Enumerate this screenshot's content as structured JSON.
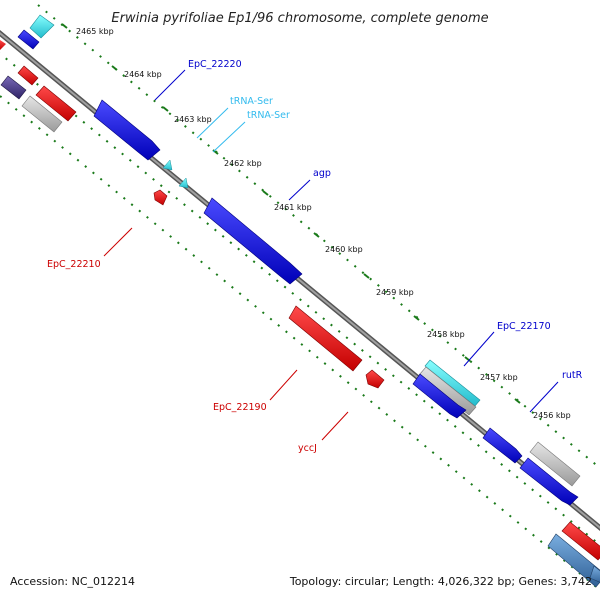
{
  "title": "Erwinia pyrifoliae Ep1/96 chromosome, complete genome",
  "footer": {
    "accession": "Accession: NC_012214",
    "summary": "Topology: circular; Length: 4,026,322 bp; Genes: 3,742"
  },
  "ticks": [
    "2465 kbp",
    "2464 kbp",
    "2463 kbp",
    "2462 kbp",
    "2461 kbp",
    "2460 kbp",
    "2459 kbp",
    "2458 kbp",
    "2457 kbp",
    "2456 kbp"
  ],
  "genes": [
    {
      "label": "EpC_22220",
      "color": "#0000cc"
    },
    {
      "label": "tRNA-Ser",
      "color": "#33bbee"
    },
    {
      "label": "tRNA-Ser",
      "color": "#33bbee"
    },
    {
      "label": "agp",
      "color": "#0000cc"
    },
    {
      "label": "EpC_22210",
      "color": "#cc0000"
    },
    {
      "label": "EpC_22190",
      "color": "#cc0000"
    },
    {
      "label": "yccJ",
      "color": "#cc0000"
    },
    {
      "label": "EpC_22170",
      "color": "#0000cc"
    },
    {
      "label": "rutR",
      "color": "#0000cc"
    }
  ],
  "colors": {
    "forward_cds": "#1a1ae6",
    "reverse_cds": "#e61a1a",
    "trna": "#33bbee",
    "other_feature": "#bbbbbb",
    "dark_feature": "#4a3a8a",
    "steel_feature": "#4a7fb5",
    "cyan_feature": "#33dddd",
    "backbone": "#808080",
    "dotted_track": "#1a7a1a"
  }
}
